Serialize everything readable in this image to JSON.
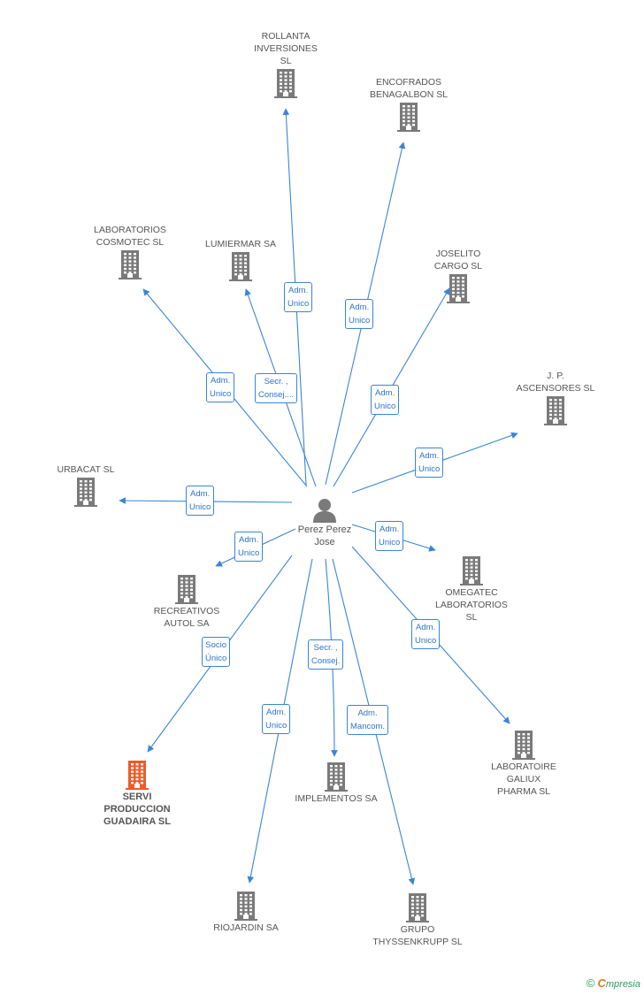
{
  "center": {
    "label": "Perez Perez\nJose"
  },
  "companies": [
    {
      "id": "rollanta",
      "label": "ROLLANTA\nINVERSIONES\nSL"
    },
    {
      "id": "encofrados",
      "label": "ENCOFRADOS\nBENAGALBON SL"
    },
    {
      "id": "cosmotec",
      "label": "LABORATORIOS\nCOSMOTEC SL"
    },
    {
      "id": "lumiermar",
      "label": "LUMIERMAR SA"
    },
    {
      "id": "joselito",
      "label": "JOSELITO\nCARGO  SL"
    },
    {
      "id": "jp",
      "label": "J. P.\nASCENSORES SL"
    },
    {
      "id": "urbacat",
      "label": "URBACAT  SL"
    },
    {
      "id": "recreativos",
      "label": "RECREATIVOS\nAUTOL SA"
    },
    {
      "id": "omegatec",
      "label": "OMEGATEC\nLABORATORIOS\nSL"
    },
    {
      "id": "servi",
      "label": "SERVI\nPRODUCCION\nGUADAIRA SL"
    },
    {
      "id": "implementos",
      "label": "IMPLEMENTOS SA"
    },
    {
      "id": "galiux",
      "label": "LABORATOIRE\nGALIUX\nPHARMA SL"
    },
    {
      "id": "riojardin",
      "label": "RIOJARDIN SA"
    },
    {
      "id": "thyssen",
      "label": "GRUPO\nTHYSSENKRUPP SL"
    }
  ],
  "roles": [
    {
      "target": "rollanta",
      "label": "Adm.\nUnico"
    },
    {
      "target": "encofrados",
      "label": "Adm.\nUnico"
    },
    {
      "target": "cosmotec",
      "label": "Adm.\nUnico"
    },
    {
      "target": "lumiermar",
      "label": "Secr. ,\nConsej...."
    },
    {
      "target": "joselito",
      "label": "Adm.\nUnico"
    },
    {
      "target": "jp",
      "label": "Adm.\nUnico"
    },
    {
      "target": "urbacat",
      "label": "Adm.\nUnico"
    },
    {
      "target": "recreativos",
      "label": "Adm.\nUnico"
    },
    {
      "target": "omegatec",
      "label": "Adm.\nUnico"
    },
    {
      "target": "servi",
      "label": "Socio\nÚnico"
    },
    {
      "target": "implementos",
      "label": "Secr. ,\nConsej."
    },
    {
      "target": "galiux",
      "label": "Adm.\nUnico"
    },
    {
      "target": "riojardin",
      "label": "Adm.\nUnico"
    },
    {
      "target": "thyssen",
      "label": "Adm.\nMancom."
    }
  ],
  "footer": {
    "copyright": "©",
    "brand_first": "C",
    "brand_rest": "mpresia"
  },
  "colors": {
    "edge": "#3a85d6",
    "building": "#7a7a7a",
    "highlight": "#f05a28",
    "person": "#7a7a7a"
  }
}
